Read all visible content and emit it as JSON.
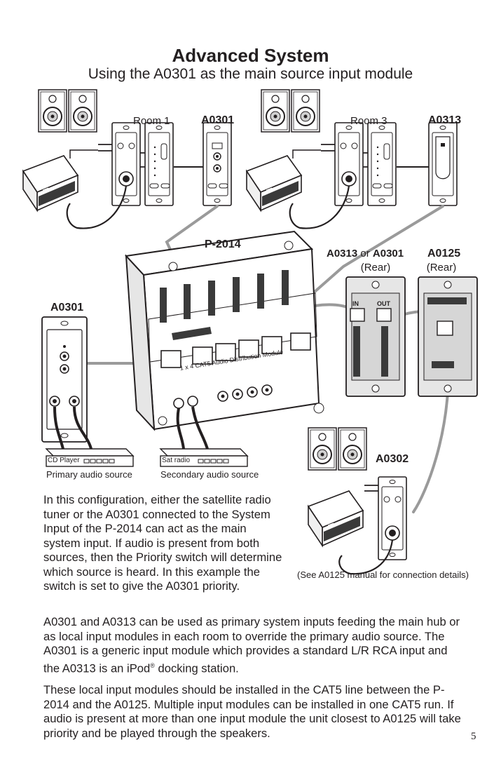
{
  "page": {
    "title": "Advanced System",
    "subtitle": "Using the A0301 as the main source input module",
    "page_number": "5"
  },
  "labels": {
    "room1": "Room 1",
    "room3": "Room 3",
    "a0301_top": "A0301",
    "a0313_top": "A0313",
    "p2014": "P-2014",
    "rear_a0313": "A0313",
    "rear_or": "or",
    "rear_a0301": "A0301",
    "rear_a0125": "A0125",
    "rear_left_sub": "(Rear)",
    "rear_right_sub": "(Rear)",
    "a0301_left": "A0301",
    "a0302": "A0302",
    "cd_player": "CD Player",
    "sat_radio": "Sat radio",
    "primary_source": "Primary audio source",
    "secondary_source": "Secondary audio source",
    "see_manual": "(See A0125 manual for connection details)",
    "module_in": "IN",
    "module_out": "OUT",
    "hub_caption": "1 x 4 CAT5 Audio Distribution Module"
  },
  "text": {
    "para1": "In this configuration, either the satellite radio tuner or the A0301 connected to the System Input of the P-2014 can act as the main system input. If audio is present from both sources, then the Priority switch will determine which source is heard. In this example the switch is set to give the A0301 priority.",
    "para2_part1": "A0301 and A0313 can be used as primary system inputs feeding the main hub or as local input modules in each room to override the primary audio source. The A0301 is a generic input module which provides a standard L/R RCA input and the A0313 is an iPod",
    "para2_reg": "®",
    "para2_part2": " docking station.",
    "para3": "These local input modules should be installed in the CAT5 line between the P-2014 and the A0125. Multiple input modules can be installed in one CAT5 run. If audio is present at more than one input module the unit closest to A0125 will take priority and be played through the speakers."
  },
  "colors": {
    "ink": "#231f20",
    "cable": "#9a9a9a",
    "panel": "#e6e6e6",
    "hub_dark": "#3a3a3a"
  },
  "icons": [
    "speaker-icon",
    "amplifier-icon",
    "wall-plate-icon",
    "rca-jack-icon",
    "cat5-port-icon"
  ]
}
